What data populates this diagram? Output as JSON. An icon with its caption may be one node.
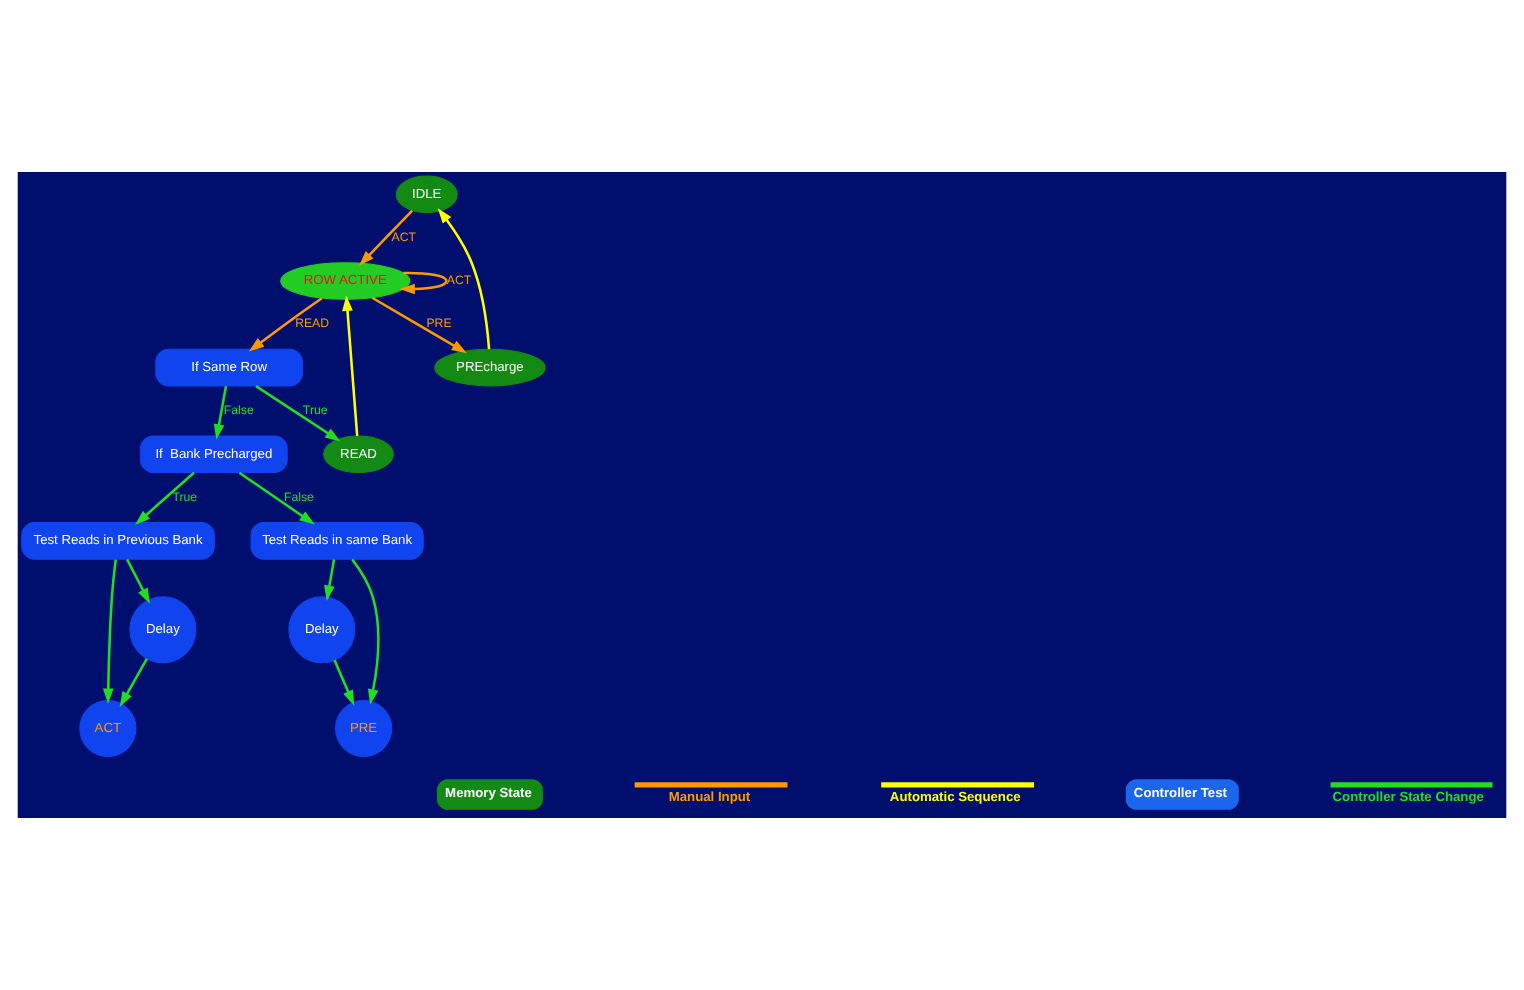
{
  "diagram": {
    "nodes": [
      {
        "text": [
          "IDLE"
        ]
      },
      {
        "text": [
          "ROW ACTIVE"
        ]
      },
      {
        "text": [
          "PREcharge"
        ]
      },
      {
        "text": [
          "If Same Row"
        ]
      },
      {
        "text": [
          "READ"
        ]
      },
      {
        "text": [
          "If  Bank Precharged"
        ]
      },
      {
        "text": [
          "Test Reads in Previous Bank"
        ]
      },
      {
        "text": [
          "ACT"
        ]
      },
      {
        "text": [
          "Delay"
        ]
      },
      {
        "text": [
          "Test Reads in same Bank"
        ]
      },
      {
        "text": [
          "Delay"
        ]
      },
      {
        "text": [
          "PRE"
        ]
      }
    ],
    "edges": [
      {
        "from": 0,
        "to": 1,
        "arrow": "to",
        "label": "ACT",
        "color": "#ff9900"
      },
      {
        "from": 1,
        "to": 1,
        "arrow": "to",
        "label": "ACT",
        "color": "#ff9900"
      },
      {
        "from": 1,
        "to": 2,
        "arrow": "to",
        "label": "PRE",
        "color": "#ff9900"
      },
      {
        "from": 2,
        "to": 0,
        "arrow": "to",
        "color": "#ffff00"
      },
      {
        "from": 1,
        "to": 3,
        "arrow": "to",
        "label": "READ",
        "color": "#ff9900"
      },
      {
        "from": 3,
        "to": 5,
        "arrow": "to",
        "label": "False"
      },
      {
        "from": 3,
        "to": 4,
        "arrow": "to",
        "label": "True"
      },
      {
        "from": 4,
        "to": 1,
        "arrow": "to",
        "color": "#ffff00"
      },
      {
        "from": 5,
        "to": 6,
        "arrow": "to",
        "label": "True"
      },
      {
        "from": 5,
        "to": 9,
        "arrow": "to",
        "label": "False"
      },
      {
        "from": 6,
        "to": 7,
        "arrow": "to"
      },
      {
        "from": 6,
        "to": 8,
        "arrow": "to"
      },
      {
        "from": 8,
        "to": 7,
        "arrow": "to"
      },
      {
        "from": 9,
        "to": 10,
        "arrow": "to"
      },
      {
        "from": 10,
        "to": 11,
        "arrow": "to"
      },
      {
        "from": 9,
        "to": 11,
        "arrow": "to"
      }
    ],
    "legend": [
      {
        "text": "Memory State"
      },
      {
        "text": "Manual Input"
      },
      {
        "text": "Automatic Sequence"
      },
      {
        "text": "Controller Test"
      },
      {
        "text": "Controller State Change"
      }
    ]
  }
}
